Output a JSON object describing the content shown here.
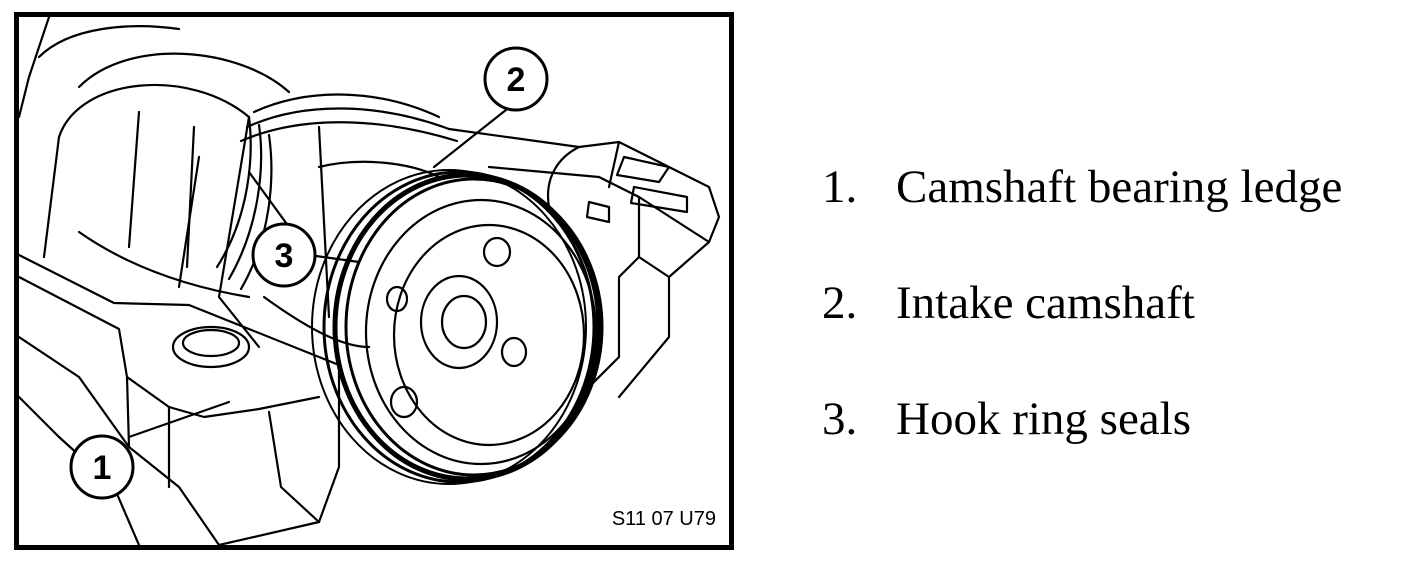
{
  "figure": {
    "code": "S11 07 U79",
    "callouts": [
      {
        "number": "1"
      },
      {
        "number": "2"
      },
      {
        "number": "3"
      }
    ]
  },
  "legend": {
    "items": [
      {
        "number": "1.",
        "label": "Camshaft bearing ledge"
      },
      {
        "number": "2.",
        "label": "Intake camshaft"
      },
      {
        "number": "3.",
        "label": "Hook ring seals"
      }
    ]
  }
}
